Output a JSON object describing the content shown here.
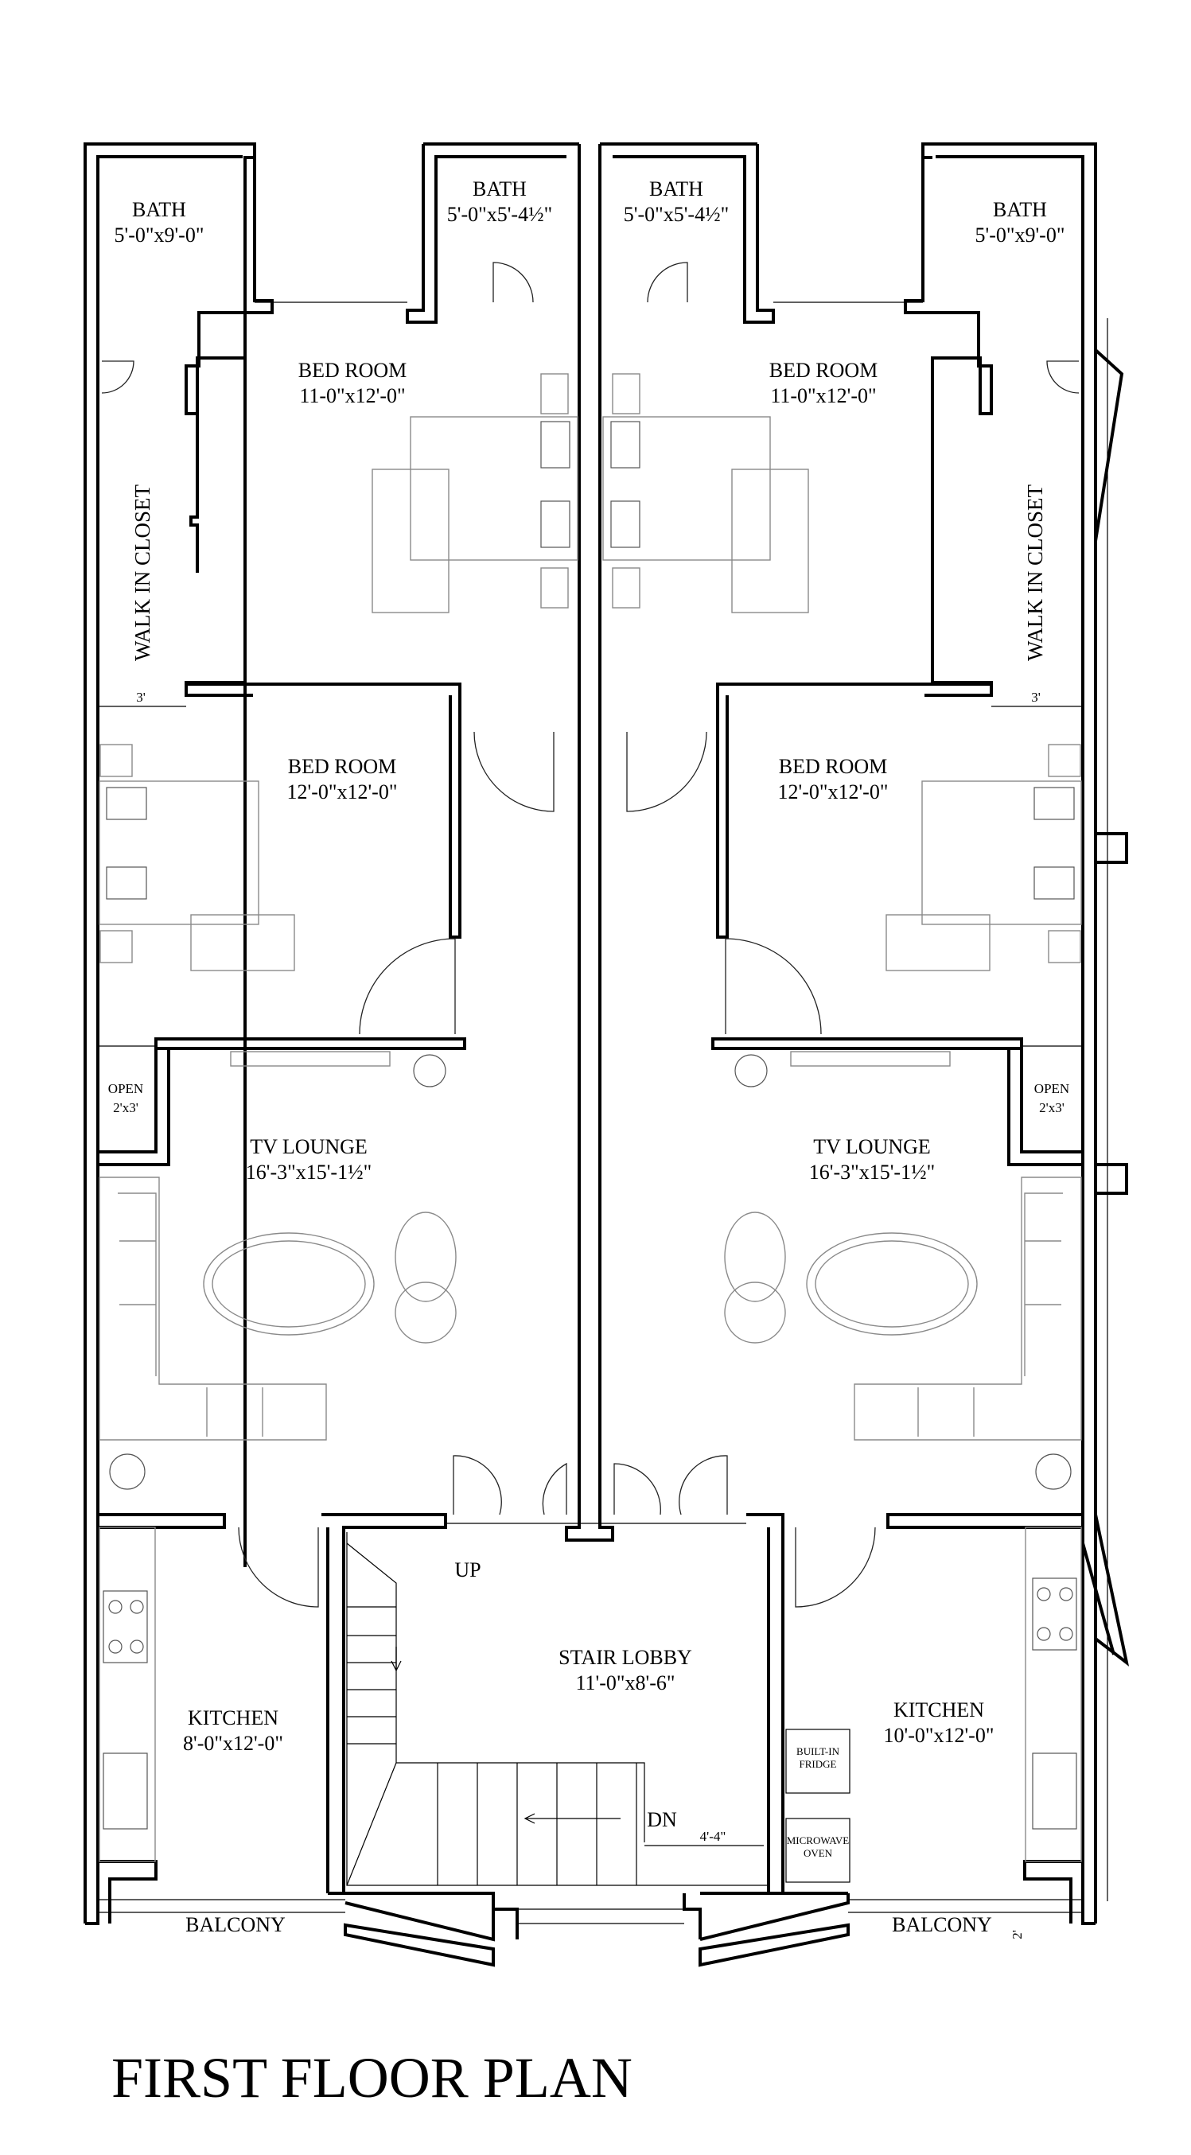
{
  "title": "FIRST FLOOR PLAN",
  "rooms": {
    "bath_left": {
      "name": "BATH",
      "size": "5'-0\"x9'-0\""
    },
    "bath_center_left": {
      "name": "BATH",
      "size": "5'-0\"x5'-4½\""
    },
    "bath_center_right": {
      "name": "BATH",
      "size": "5'-0\"x5'-4½\""
    },
    "bath_right": {
      "name": "BATH",
      "size": "5'-0\"x9'-0\""
    },
    "bed_top_left": {
      "name": "BED ROOM",
      "size": "11-0\"x12'-0\""
    },
    "bed_top_right": {
      "name": "BED ROOM",
      "size": "11-0\"x12'-0\""
    },
    "bed_mid_left": {
      "name": "BED ROOM",
      "size": "12'-0\"x12'-0\""
    },
    "bed_mid_right": {
      "name": "BED ROOM",
      "size": "12'-0\"x12'-0\""
    },
    "closet_left": {
      "name": "WALK IN CLOSET",
      "dim": "3'"
    },
    "closet_right": {
      "name": "WALK IN CLOSET",
      "dim": "3'"
    },
    "open_left": {
      "name": "OPEN",
      "size": "2'x3'"
    },
    "open_right": {
      "name": "OPEN",
      "size": "2'x3'"
    },
    "lounge_left": {
      "name": "TV LOUNGE",
      "size": "16'-3\"x15'-1½\""
    },
    "lounge_right": {
      "name": "TV LOUNGE",
      "size": "16'-3\"x15'-1½\""
    },
    "stair": {
      "name": "STAIR LOBBY",
      "size": "11'-0\"x8'-6\"",
      "up": "UP",
      "down": "DN",
      "width": "4'-4\""
    },
    "kitchen_left": {
      "name": "KITCHEN",
      "size": "8'-0\"x12'-0\""
    },
    "kitchen_right": {
      "name": "KITCHEN",
      "size": "10'-0\"x12'-0\""
    },
    "fridge": {
      "line1": "BUILT-IN",
      "line2": "FRIDGE"
    },
    "microwave": {
      "line1": "MICROWAVE",
      "line2": "OVEN"
    },
    "balcony_left": {
      "name": "BALCONY"
    },
    "balcony_right": {
      "name": "BALCONY",
      "dim": "2'"
    }
  }
}
